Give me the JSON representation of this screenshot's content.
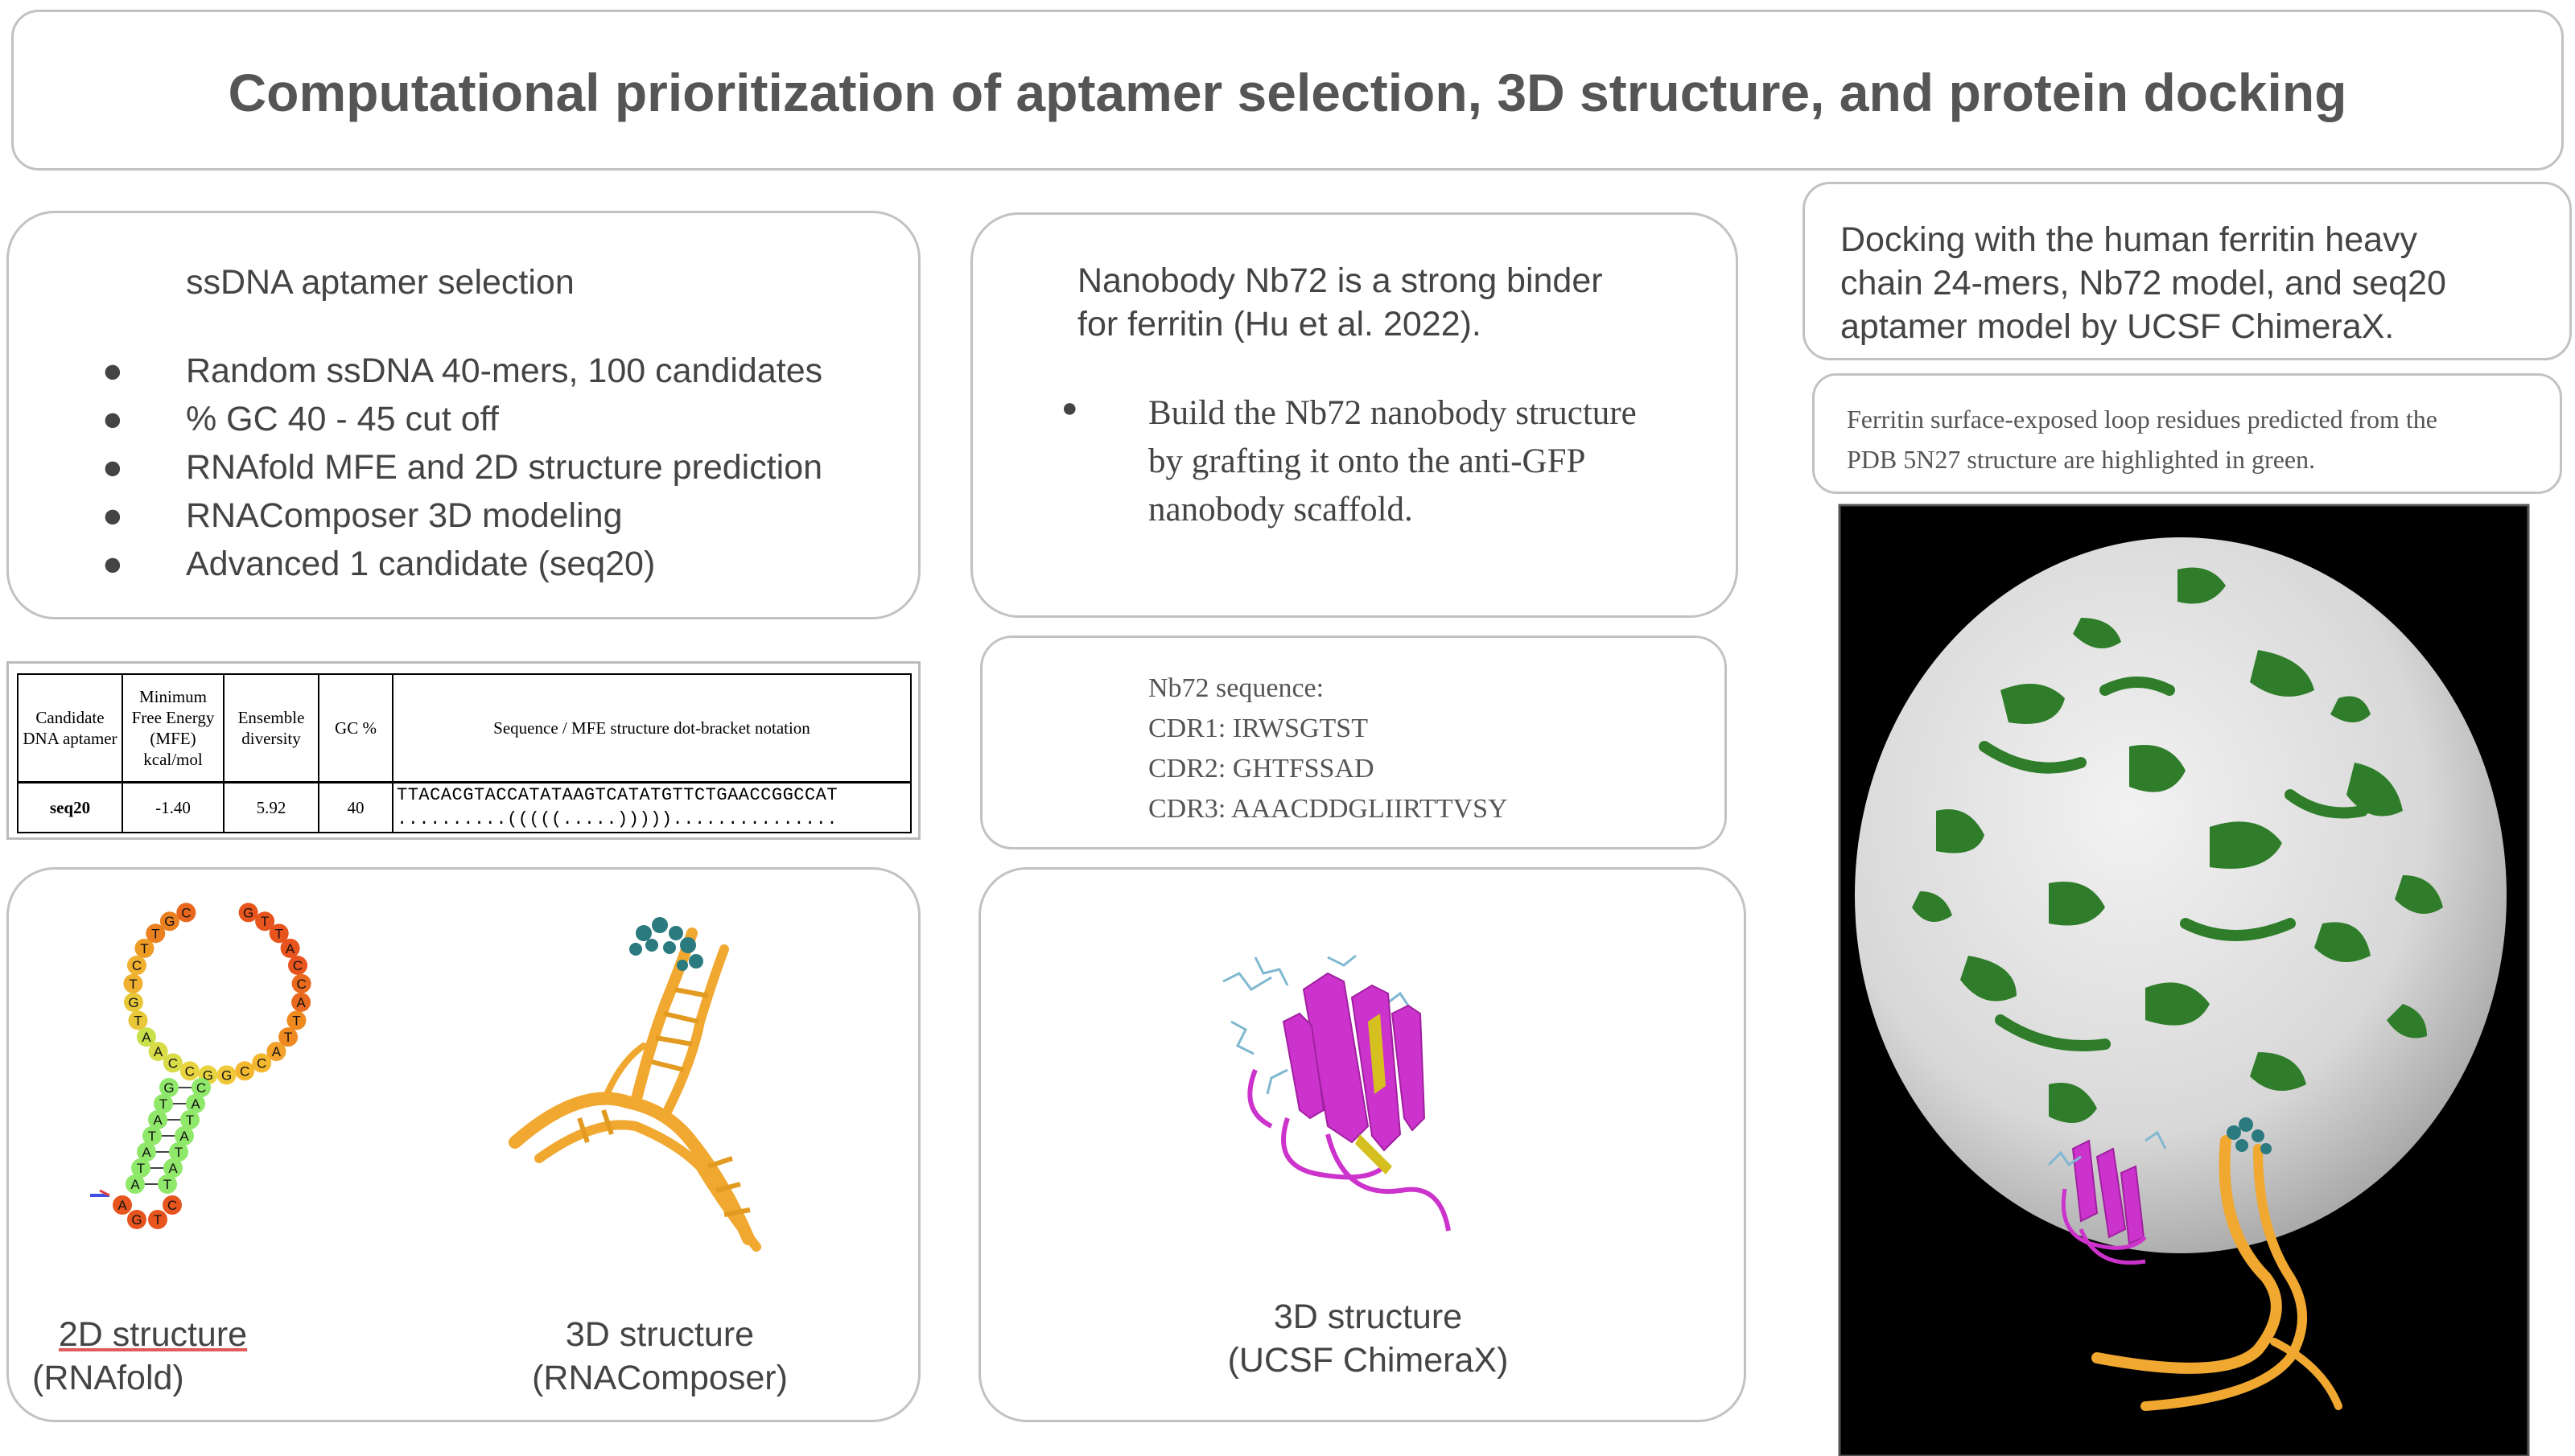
{
  "title": "Computational prioritization of aptamer selection, 3D structure, and protein docking",
  "selection": {
    "heading": "ssDNA aptamer selection",
    "bullets": [
      "Random ssDNA 40-mers, 100 candidates",
      "% GC 40 - 45 cut off",
      "RNAfold MFE and 2D structure prediction",
      "RNAComposer 3D modeling",
      "Advanced 1 candidate (seq20)"
    ]
  },
  "table": {
    "headers": [
      "Candidate DNA aptamer",
      "Minimum Free Energy (MFE) kcal/mol",
      "Ensemble diversity",
      "GC %",
      "Sequence / MFE structure dot-bracket notation"
    ],
    "row": {
      "name": "seq20",
      "mfe": "-1.40",
      "diversity": "5.92",
      "gc": "40",
      "sequence": "TTACACGTACCATATAAGTCATATGTTCTGAACCGGCCAT",
      "structure": "..........(((((.....)))))..............."
    }
  },
  "structures": {
    "caption_2d_line1": "2D structure",
    "caption_2d_line2": "(RNAfold)",
    "caption_3d_line1": "3D structure",
    "caption_3d_line2": "(RNAComposer)",
    "loop_letters": [
      "G",
      "T",
      "T",
      "A",
      "C",
      "C",
      "A",
      "T",
      "T",
      "A",
      "C",
      "C",
      "G",
      "G",
      "C",
      "C",
      "A",
      "A",
      "T",
      "G",
      "T",
      "C",
      "T",
      "T",
      "G",
      "C"
    ],
    "stem_left": [
      "G",
      "T",
      "A",
      "T",
      "A",
      "T",
      "A"
    ],
    "stem_right": [
      "C",
      "A",
      "T",
      "A",
      "T",
      "A",
      "T"
    ],
    "bottom_loop": [
      "A",
      "G",
      "T",
      "C"
    ]
  },
  "nanobody": {
    "text_line1": "Nanobody Nb72 is a strong binder",
    "text_line2": "for ferritin (Hu et al. 2022).",
    "bullet_line1": "Build the Nb72 nanobody structure",
    "bullet_line2": "by grafting it onto the anti-GFP",
    "bullet_line3": "nanobody scaffold.",
    "seq_header": "Nb72 sequence:",
    "cdr1": "CDR1: IRWSGTST",
    "cdr2": "CDR2: GHTFSSAD",
    "cdr3": "CDR3: AAACDDGLIIRTTVSY",
    "caption_line1": "3D structure",
    "caption_line2": "(UCSF ChimeraX)"
  },
  "docking": {
    "line1": "Docking with the human ferritin heavy",
    "line2": "chain 24-mers, Nb72 model, and seq20",
    "line3": "aptamer model by UCSF ChimeraX.",
    "note_line1": "Ferritin surface-exposed loop residues predicted from the",
    "note_line2": "PDB 5N27 structure are highlighted in green."
  },
  "colors": {
    "ferritin_surface": "#e6e6e6",
    "loop_highlight": "#2f7d2a",
    "nanobody": "#cc33cc",
    "aptamer": "#f0a830",
    "background_render": "#000000"
  }
}
